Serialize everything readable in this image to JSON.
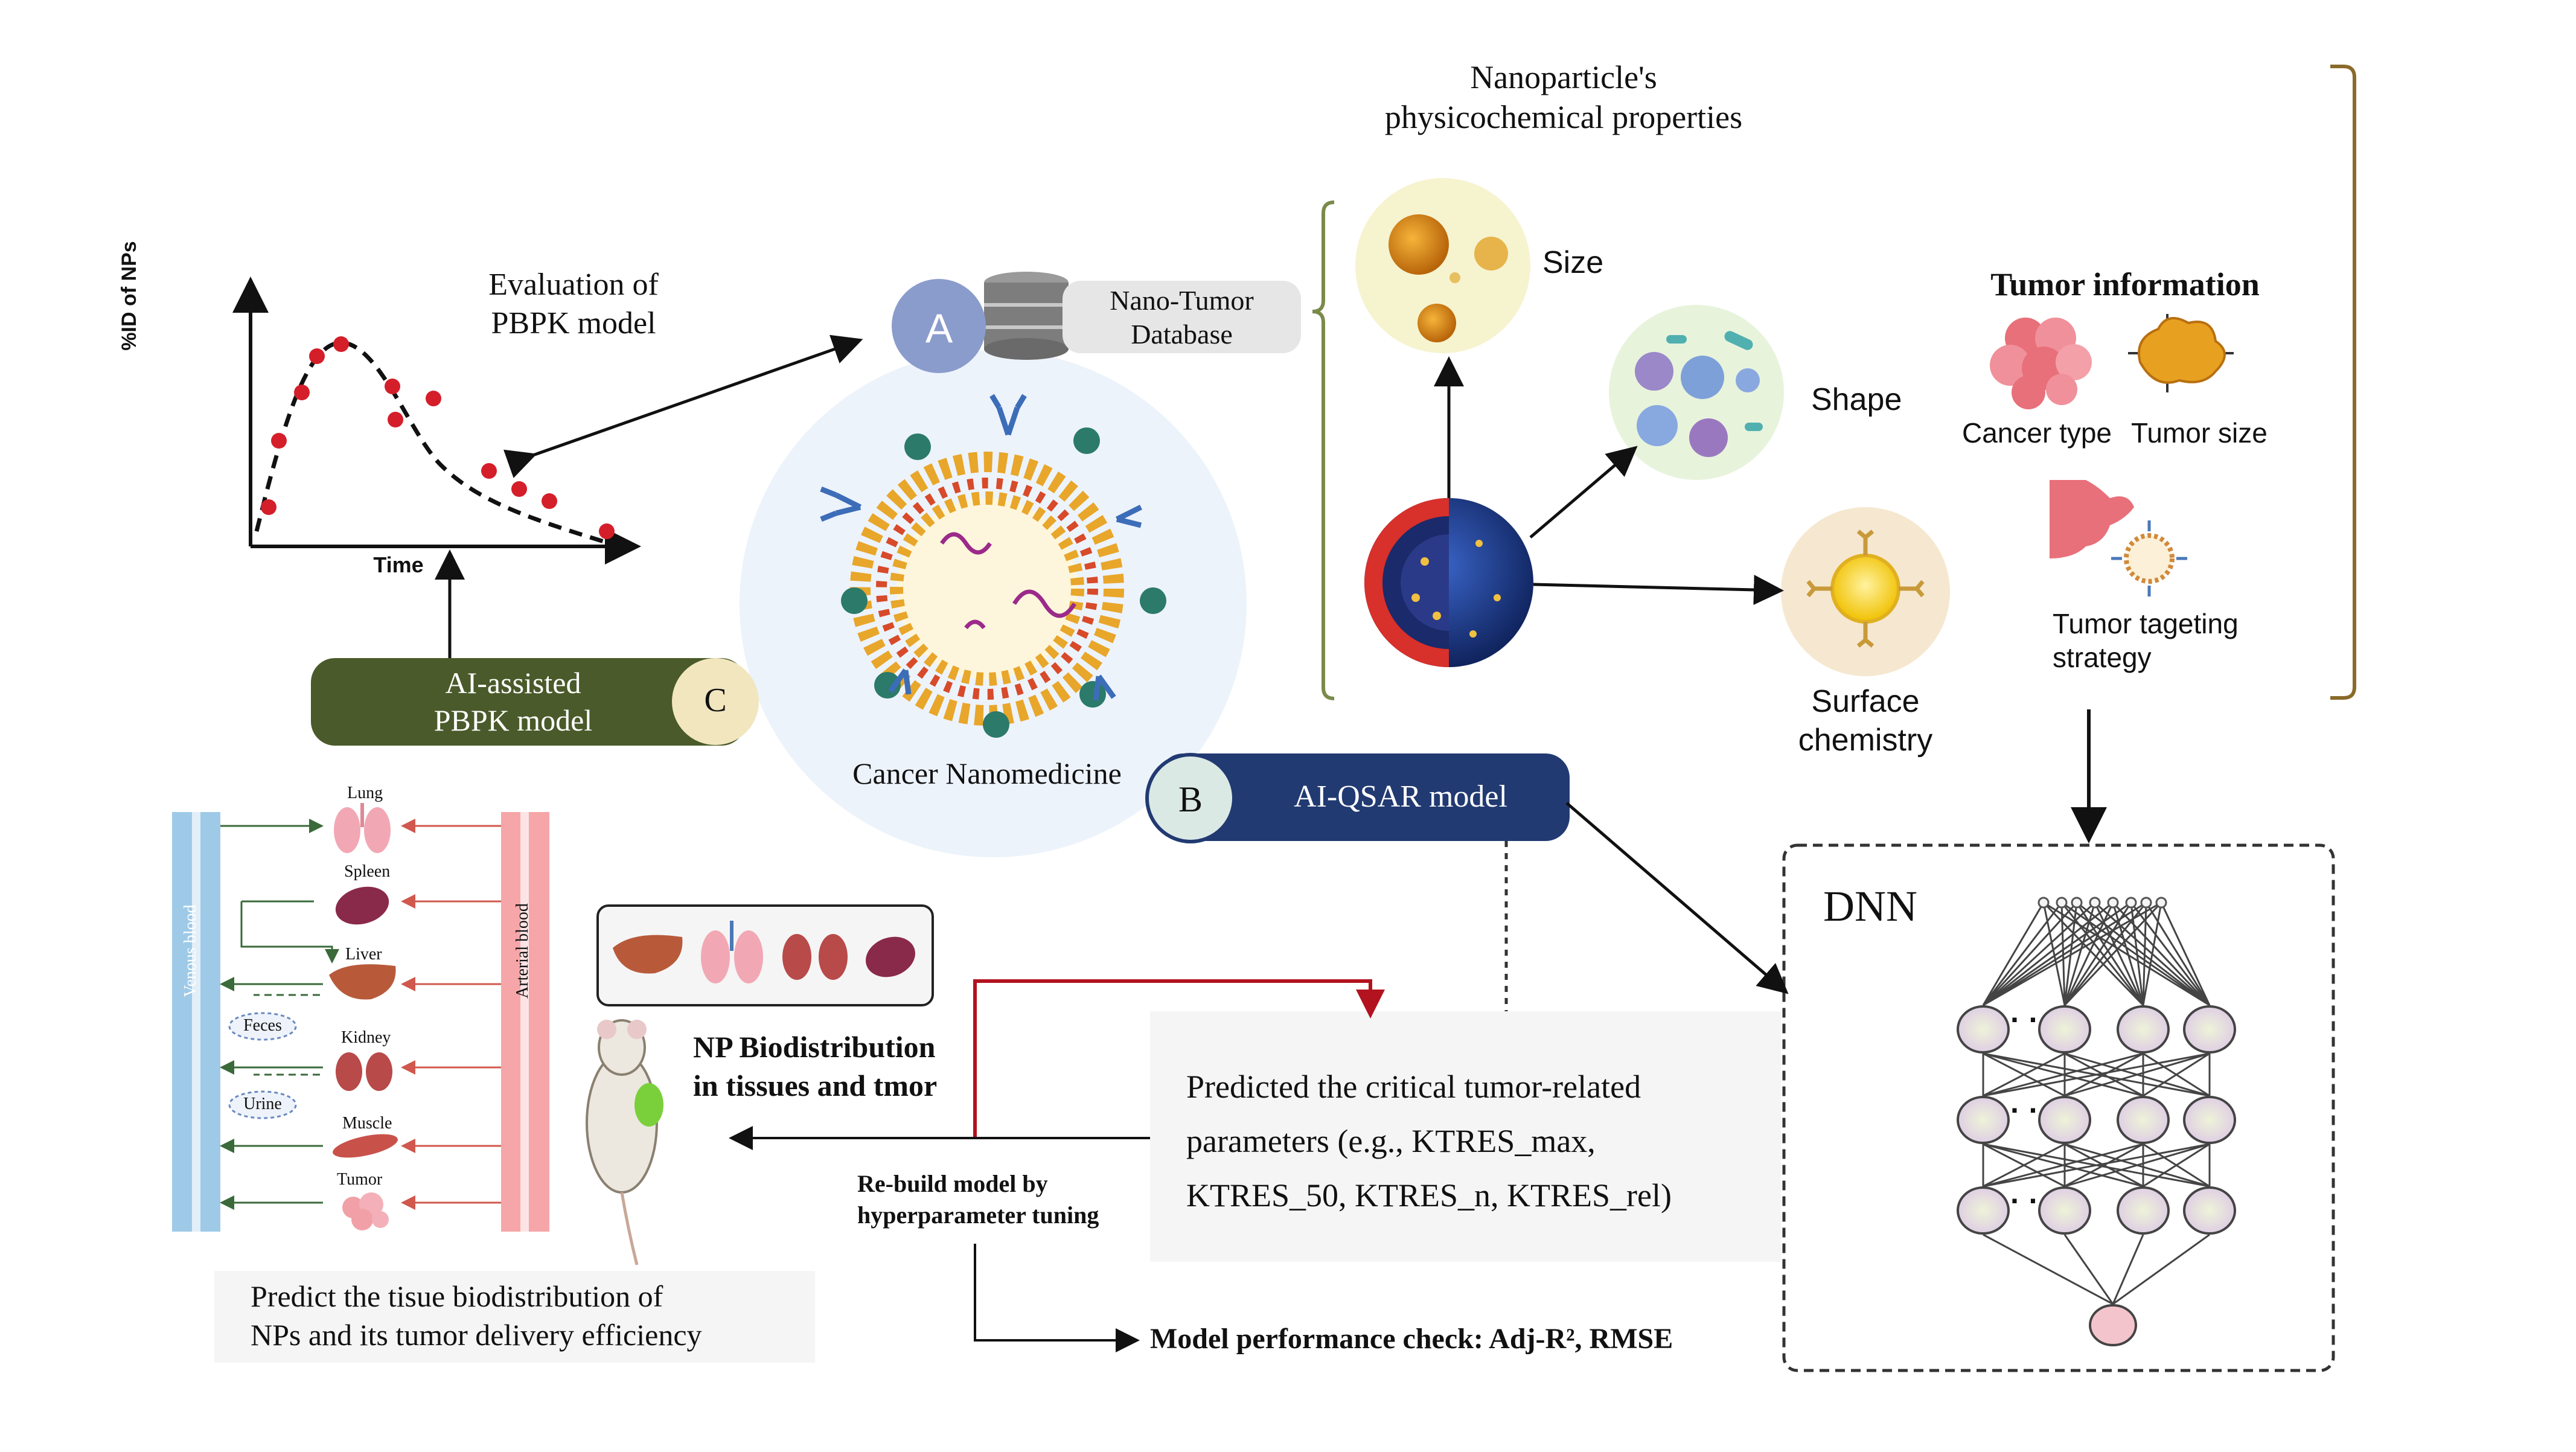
{
  "eval": {
    "title_l1": "Evaluation of",
    "title_l2": "PBPK model",
    "ylabel": "%ID of NPs",
    "xlabel": "Time"
  },
  "center": {
    "a_letter": "A",
    "db_l1": "Nano-Tumor",
    "db_l2": "Database",
    "caption": "Cancer Nanomedicine"
  },
  "c_box": {
    "letter": "C",
    "l1": "AI-assisted",
    "l2": "PBPK model"
  },
  "b_box": {
    "letter": "B",
    "label": "AI-QSAR model"
  },
  "props": {
    "title_l1": "Nanoparticle's",
    "title_l2": "physicochemical properties",
    "size": "Size",
    "shape": "Shape",
    "surface_l1": "Surface",
    "surface_l2": "chemistry"
  },
  "tumor": {
    "title": "Tumor information",
    "type": "Cancer type",
    "size": "Tumor size",
    "strat_l1": "Tumor tageting",
    "strat_l2": "strategy"
  },
  "dnn": {
    "title": "DNN",
    "dots": "· ·"
  },
  "pbpk": {
    "venous": "Venous blood",
    "arterial": "Arterial blood",
    "lung": "Lung",
    "spleen": "Spleen",
    "liver": "Liver",
    "feces": "Feces",
    "kidney": "Kidney",
    "urine": "Urine",
    "muscle": "Muscle",
    "tumor": "Tumor"
  },
  "biodist": {
    "l1": "NP Biodistribution",
    "l2": "in tissues and tmor"
  },
  "predict_box": {
    "l1": "Predict the tisue biodistribution of",
    "l2": "NPs and its tumor delivery efficiency"
  },
  "param_box": {
    "l1": "Predicted the critical tumor-related",
    "l2": "parameters (e.g., KTRES_max,",
    "l3": "KTRES_50, KTRES_n, KTRES_rel)"
  },
  "rebuild": {
    "l1": "Re-build model by",
    "l2": "hyperparameter tuning"
  },
  "perf": {
    "label": "Model performance check: Adj-R², RMSE"
  },
  "colors": {
    "c_box": "#4a5a2a",
    "b_box": "#223a72",
    "a_circle": "#8a9ccc",
    "cream": "#f2e6bf",
    "red_line": "#b3121f",
    "venous": "#6baed6",
    "arterial": "#e8767a"
  }
}
